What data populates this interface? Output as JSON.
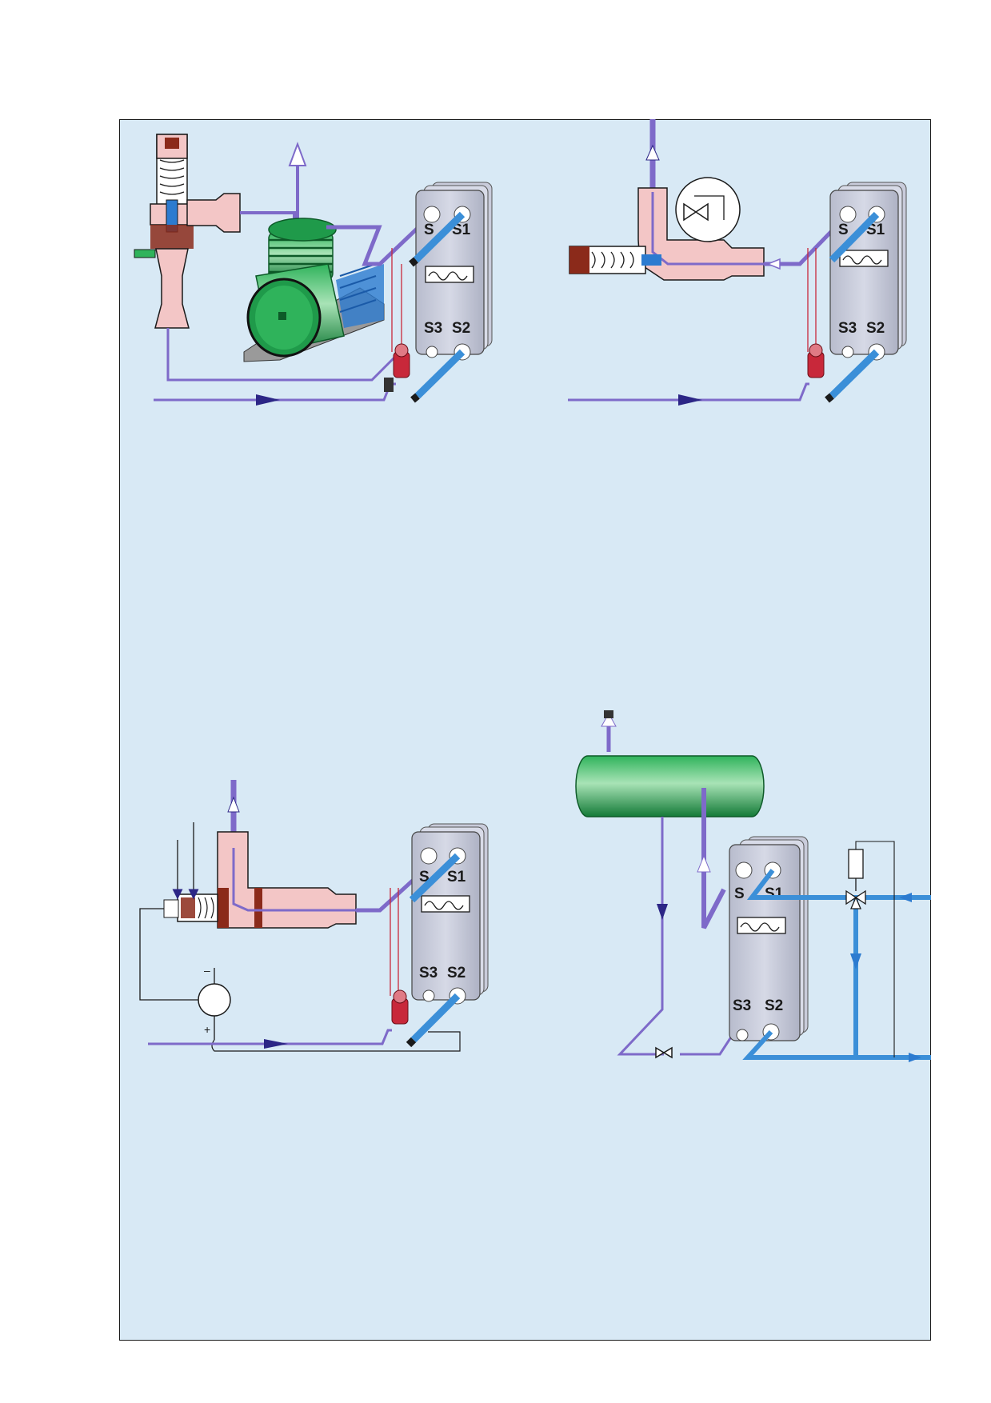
{
  "figure": {
    "diagrams": [
      {
        "id": "hot-gas-bypass-with-compressor",
        "ports": {
          "s1": "S1",
          "s2": "S2",
          "s3": "S3",
          "s4": "S"
        }
      },
      {
        "id": "pilot-valve-bypass",
        "ports": {
          "s1": "S1",
          "s2": "S2",
          "s3": "S3",
          "s4": "S"
        }
      },
      {
        "id": "electronic-controlled-valve",
        "ports": {
          "s1": "S1",
          "s2": "S2",
          "s3": "S3",
          "s4": "S"
        },
        "signs": {
          "minus": "–",
          "plus": "+"
        }
      },
      {
        "id": "flooded-evaporator-with-receiver",
        "ports": {
          "s1": "S1",
          "s2": "S2",
          "s3": "S3",
          "s4": "S"
        }
      }
    ],
    "colors": {
      "background": "#d8e9f5",
      "refrigerant_pipe": "#7e6ac9",
      "water_pipe": "#3b8fd8",
      "compressor": "#1f9a4a",
      "valve_body": "#f3c6c6",
      "expansion_valve": "#c8283a",
      "heat_exchanger": "#c9ccdb"
    }
  }
}
